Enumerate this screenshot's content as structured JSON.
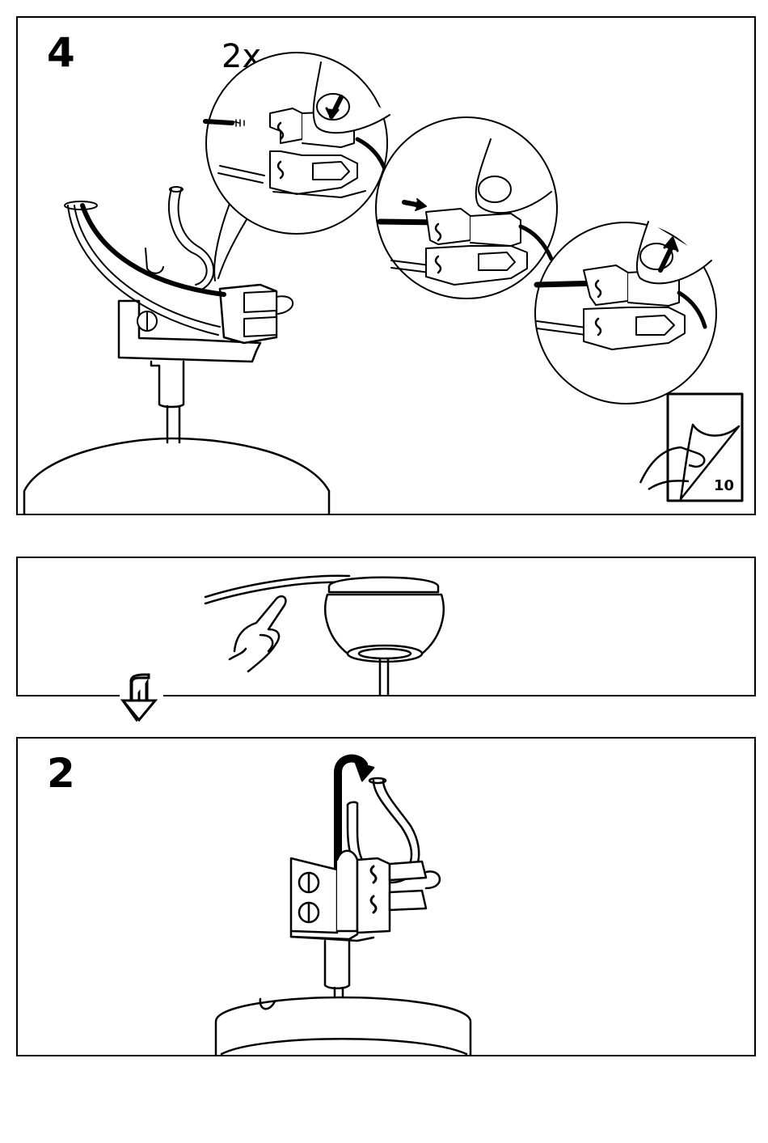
{
  "document": {
    "type": "assembly-instructions",
    "panels": [
      {
        "id": "step-4",
        "step_number": "4",
        "quantity_label": "2x",
        "illustration": "connecting-wires-to-terminal-block",
        "detail_callouts": [
          {
            "action": "press-lever-down",
            "arrow": "down-arrow-icon"
          },
          {
            "action": "insert-wire",
            "arrow": "right-arrow-icon"
          },
          {
            "action": "release-lever",
            "arrow": "up-arrow-icon"
          }
        ],
        "page_reference": {
          "label": "10",
          "icon": "turn-page-icon"
        }
      },
      {
        "id": "ceiling-cap",
        "step_number": "",
        "illustration": "hand-pointing-at-ceiling-cap",
        "next_arrow": "down-arrow-outline-icon"
      },
      {
        "id": "step-2",
        "step_number": "2",
        "illustration": "hook-bracket-onto-ceiling-hook"
      }
    ]
  }
}
